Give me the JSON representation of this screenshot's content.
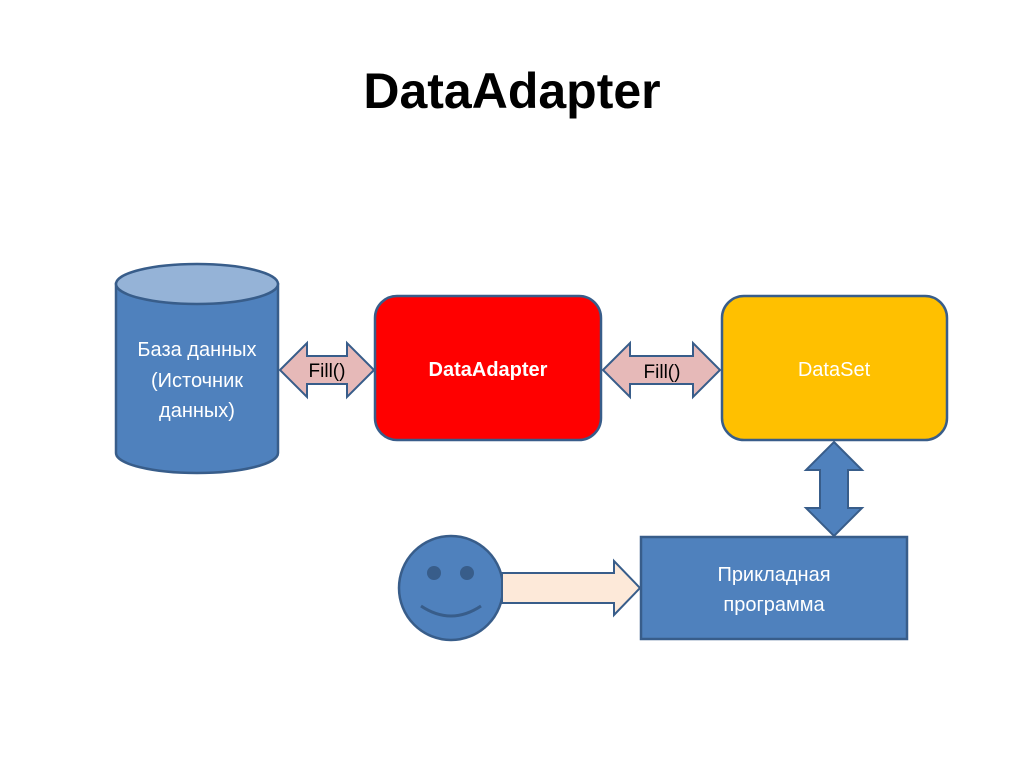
{
  "slide": {
    "title": "DataAdapter"
  },
  "diagram": {
    "database": {
      "lines": [
        "База данных",
        "(Источник",
        "данных)"
      ]
    },
    "fill_left": {
      "label": "Fill()"
    },
    "adapter": {
      "label": "DataAdapter"
    },
    "fill_right": {
      "label": "Fill()"
    },
    "dataset": {
      "label": "DataSet"
    },
    "application": {
      "lines": [
        "Прикладная",
        "программа"
      ]
    }
  },
  "colors": {
    "blue_fill": "#4f81bd",
    "blue_stroke": "#385d8a",
    "cylinder_top": "#95b3d7",
    "red_fill": "#ff0000",
    "yellow_fill": "#ffc000",
    "pink_arrow": "#e6b9b8",
    "peach_arrow": "#fde9d9"
  }
}
